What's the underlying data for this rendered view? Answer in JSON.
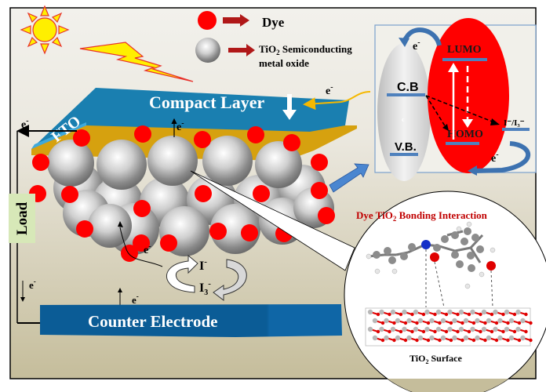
{
  "legend": {
    "dye_label": "Dye",
    "tio2_label_main": "TiO",
    "tio2_label_sub": "2",
    "tio2_label_rest": " Semiconducting",
    "tio2_label_line2": "metal oxide"
  },
  "photoanode": {
    "fto_label": "FTO",
    "compact_layer_label": "Compact Layer",
    "electron_top": "e",
    "electron_fto": "e",
    "electron_injection": "e",
    "electron_sup": "-"
  },
  "circuit": {
    "load_label": "Load",
    "electron_left": "e",
    "electron_sup": "-"
  },
  "electrolyte": {
    "iodide_label": "I",
    "iodide_sup": "-",
    "triiodide_label": "I",
    "triiodide_sub": "3",
    "triiodide_sup": "-",
    "electron_regen": "e",
    "electron_counter": "e",
    "electron_sup": "-"
  },
  "counter_electrode": {
    "label": "Counter Electrode"
  },
  "energy_diagram": {
    "lumo_label": "LUMO",
    "homo_label": "HOMO",
    "cb_label": "C.B",
    "vb_label": "V.B.",
    "redox_label": "I⁻/I₃⁻",
    "electron_top": "e",
    "electron_bottom": "e",
    "electron_sup": "-",
    "tio2_inner_mark": "c"
  },
  "inset": {
    "title_part1": "Dye TiO",
    "title_sub": "2",
    "title_part2": "  Bonding Interaction",
    "surface_label_main": "TiO",
    "surface_label_sub": "2",
    "surface_label_rest": " Surface"
  },
  "colors": {
    "background": "#ddd9c3",
    "dye_red": "#ff0000",
    "fto_blue": "#1a7fb0",
    "compact_gold": "#d6a10f",
    "counter_blue": "#0b5c96",
    "load_green": "#d7e8b8",
    "arrow_red": "#b01818",
    "energy_line": "#4f81bd",
    "inset_title": "#c00000"
  }
}
